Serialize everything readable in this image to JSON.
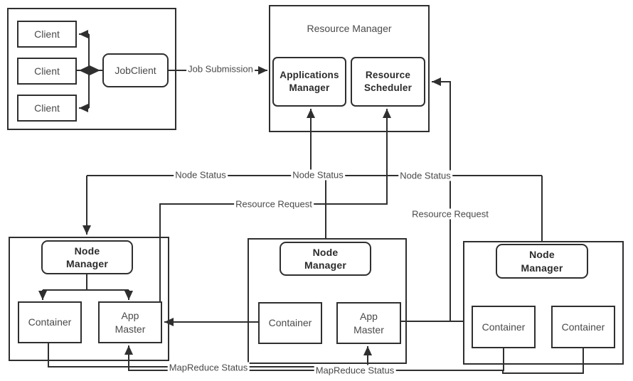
{
  "colors": {
    "line": "#2f2f2f",
    "text": "#4a4a4a",
    "bold_text": "#2b2b2b",
    "background": "#ffffff"
  },
  "client_cluster": {
    "clients": [
      "Client",
      "Client",
      "Client"
    ],
    "job_client": "JobClient"
  },
  "resource_manager": {
    "title": "Resource Manager",
    "applications_manager": "Applications Manager",
    "resource_scheduler": "Resource Scheduler"
  },
  "node_groups": {
    "left": {
      "node_manager": "Node Manager",
      "container": "Container",
      "app_master": "App Master"
    },
    "middle": {
      "node_manager": "Node Manager",
      "container": "Container",
      "app_master": "App Master"
    },
    "right": {
      "node_manager": "Node Manager",
      "container_a": "Container",
      "container_b": "Container"
    }
  },
  "edge_labels": {
    "job_submission": "Job Submission",
    "node_status_left": "Node Status",
    "node_status_middle": "Node Status",
    "node_status_right": "Node Status",
    "resource_request_left": "Resource Request",
    "resource_request_right": "Resource Request",
    "mapreduce_status_left": "MapReduce Status",
    "mapreduce_status_right": "MapReduce Status"
  }
}
